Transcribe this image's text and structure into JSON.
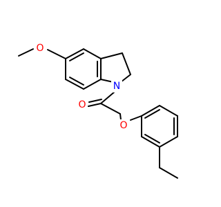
{
  "colors": {
    "background": "#ffffff",
    "bond": "#000000",
    "oxygen": "#ff0000",
    "nitrogen": "#0000ff"
  },
  "atom_labels": {
    "methoxy_o": "O",
    "ring_n": "N",
    "carbonyl_o": "O",
    "ether_o": "O"
  }
}
